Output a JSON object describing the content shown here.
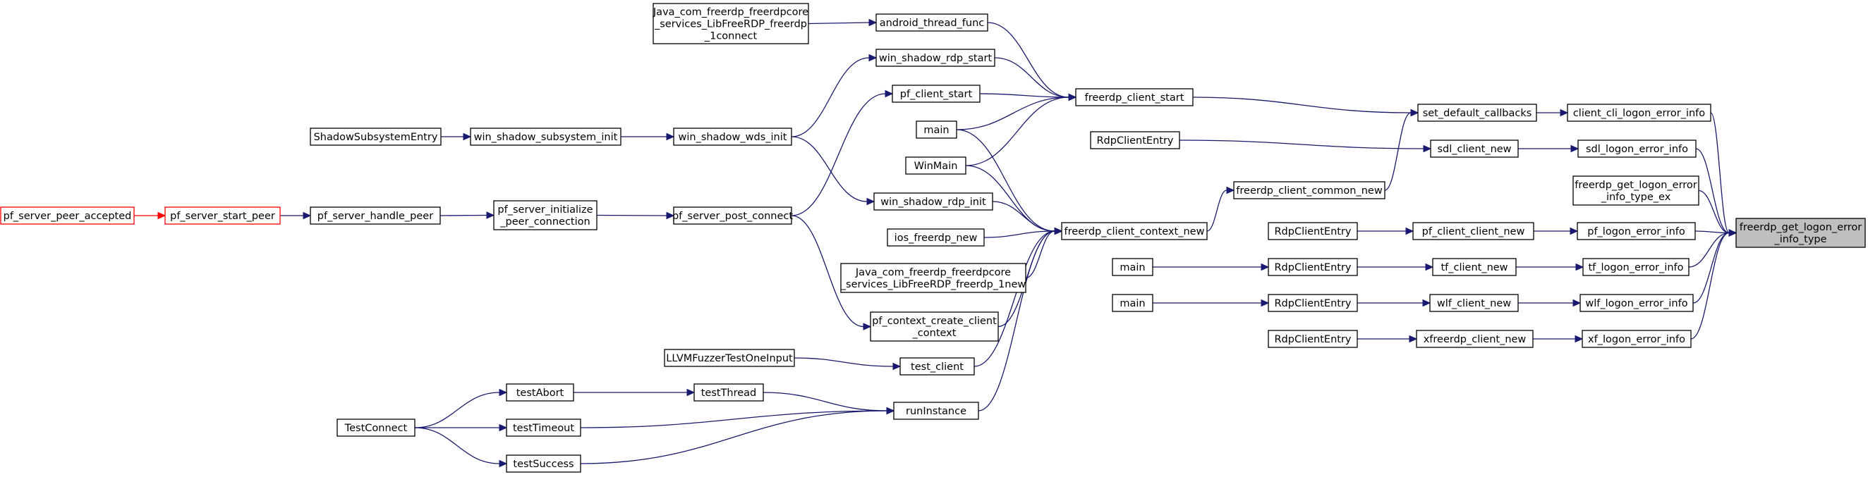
{
  "nodes": {
    "n_jni_connect": [
      "Java_com_freerdp_freerdpcore",
      "_services_LibFreeRDP_freerdp",
      "_1connect"
    ],
    "n_android": [
      "android_thread_func"
    ],
    "n_winshadow_start": [
      "win_shadow_rdp_start"
    ],
    "n_pf_client_start": [
      "pf_client_start"
    ],
    "n_main_a": [
      "main"
    ],
    "n_winmain": [
      "WinMain"
    ],
    "n_shadow_entry": [
      "ShadowSubsystemEntry"
    ],
    "n_shadow_sub_init": [
      "win_shadow_subsystem_init"
    ],
    "n_shadow_wds_init": [
      "win_shadow_wds_init"
    ],
    "n_winshadow_rdp_init": [
      "win_shadow_rdp_init"
    ],
    "n_client_start": [
      "freerdp_client_start"
    ],
    "n_rdp_a": [
      "RdpClientEntry"
    ],
    "n_common_new": [
      "freerdp_client_common_new"
    ],
    "n_set_cb": [
      "set_default_callbacks"
    ],
    "n_sdl_client_new": [
      "sdl_client_new"
    ],
    "n_cli_logon": [
      "client_cli_logon_error_info"
    ],
    "n_sdl_logon": [
      "sdl_logon_error_info"
    ],
    "n_get_ex": [
      "freerdp_get_logon_error",
      "_info_type_ex"
    ],
    "n_target": [
      "freerdp_get_logon_error",
      "_info_type"
    ],
    "n_peer_accepted": [
      "pf_server_peer_accepted"
    ],
    "n_start_peer": [
      "pf_server_start_peer"
    ],
    "n_handle_peer": [
      "pf_server_handle_peer"
    ],
    "n_init_peer": [
      "pf_server_initialize",
      "_peer_connection"
    ],
    "n_post_connect": [
      "pf_server_post_connect"
    ],
    "n_ios": [
      "ios_freerdp_new"
    ],
    "n_context_new": [
      "freerdp_client_context_new"
    ],
    "n_jni_new": [
      "Java_com_freerdp_freerdpcore",
      "_services_LibFreeRDP_freerdp_1new"
    ],
    "n_pf_ctx": [
      "pf_context_create_client",
      "_context"
    ],
    "n_fuzzer": [
      "LLVMFuzzerTestOneInput"
    ],
    "n_test_client": [
      "test_client"
    ],
    "n_rdp_b": [
      "RdpClientEntry"
    ],
    "n_pf_client_new": [
      "pf_client_client_new"
    ],
    "n_pf_logon": [
      "pf_logon_error_info"
    ],
    "n_main_b": [
      "main"
    ],
    "n_rdp_c": [
      "RdpClientEntry"
    ],
    "n_tf_client_new": [
      "tf_client_new"
    ],
    "n_tf_logon": [
      "tf_logon_error_info"
    ],
    "n_main_c": [
      "main"
    ],
    "n_rdp_d": [
      "RdpClientEntry"
    ],
    "n_wlf_client_new": [
      "wlf_client_new"
    ],
    "n_wlf_logon": [
      "wlf_logon_error_info"
    ],
    "n_rdp_e": [
      "RdpClientEntry"
    ],
    "n_xf_client_new": [
      "xfreerdp_client_new"
    ],
    "n_xf_logon": [
      "xf_logon_error_info"
    ],
    "n_test_abort": [
      "testAbort"
    ],
    "n_test_thread": [
      "testThread"
    ],
    "n_test_connect": [
      "TestConnect"
    ],
    "n_test_timeout": [
      "testTimeout"
    ],
    "n_run_instance": [
      "runInstance"
    ],
    "n_test_success": [
      "testSuccess"
    ]
  },
  "styles": {
    "edge_color": "#191970",
    "highlight_fill": "#bfbfbf",
    "truncated_border": "#ff0000"
  }
}
